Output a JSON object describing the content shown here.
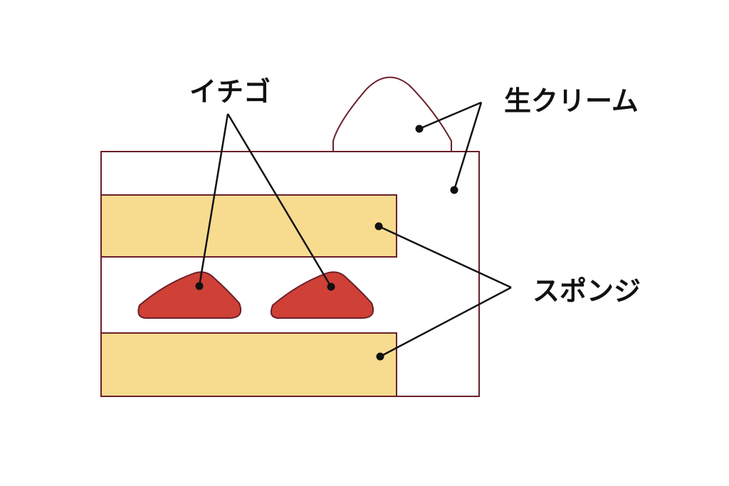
{
  "labels": {
    "strawberry": "イチゴ",
    "fresh_cream": "生クリーム",
    "sponge": "スポンジ"
  },
  "colors": {
    "outline": "#6b1f2a",
    "cream": "#ffffff",
    "sponge": "#f7dc8f",
    "strawberry": "#cf4036",
    "leader_line": "#111111"
  }
}
